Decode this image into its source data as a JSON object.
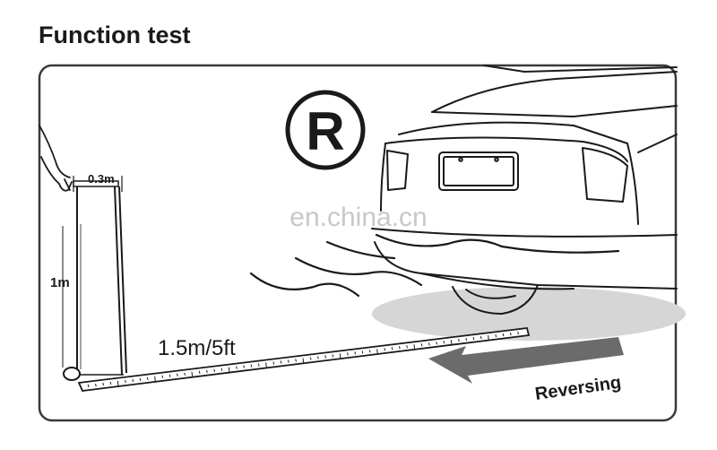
{
  "title": "Function test",
  "watermark": "en.china.cn",
  "reverse_gear_symbol": "R",
  "labels": {
    "width": "0.3m",
    "height": "1m",
    "distance": "1.5m/5ft",
    "direction": "Reversing"
  },
  "colors": {
    "ink": "#1a1a1a",
    "arrow": "#6b6b6b",
    "shadow": "#d6d6d6",
    "frame": "#3a3a3a",
    "watermark": "#c8c8c8"
  }
}
